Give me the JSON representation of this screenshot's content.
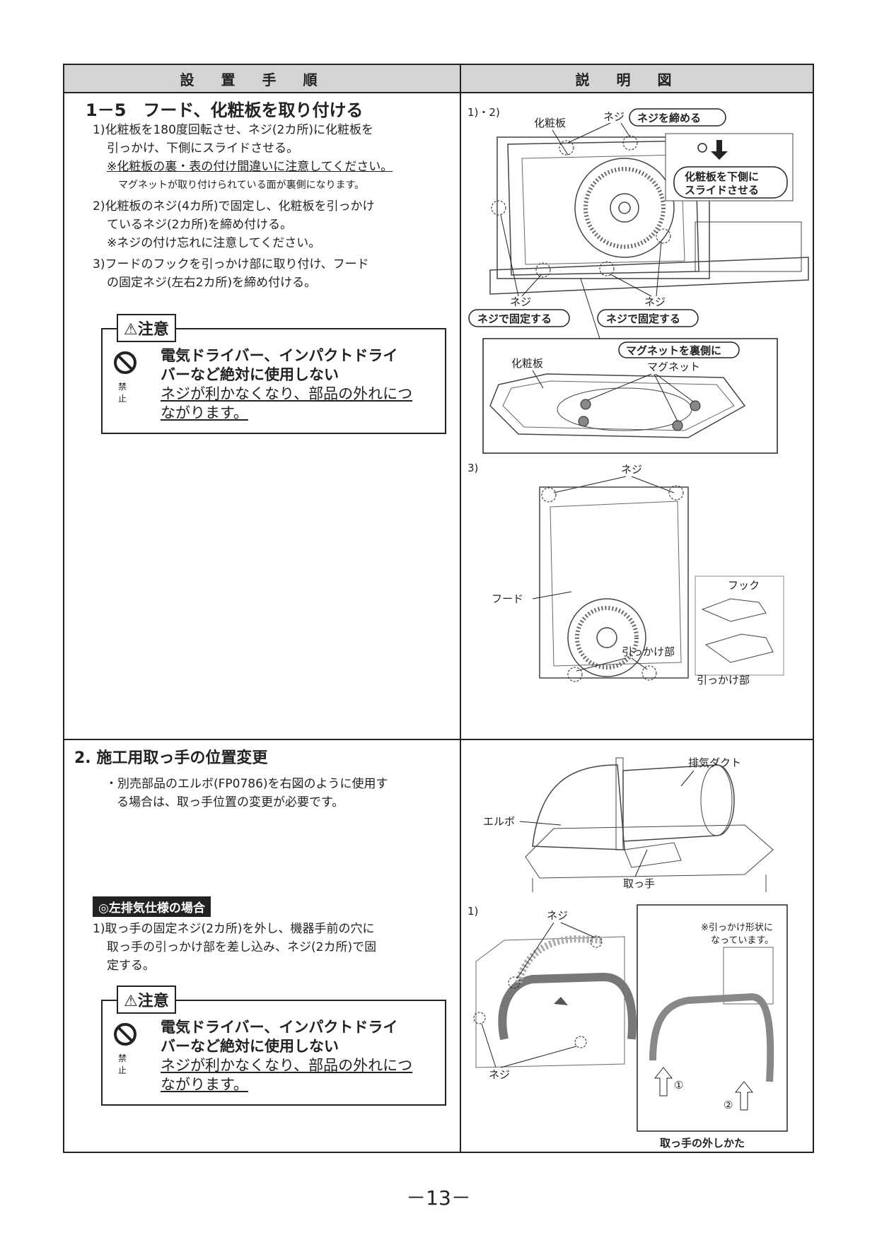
{
  "header": {
    "left": "設置手順",
    "right": "説明図"
  },
  "section1": {
    "title": "1－5　フード、化粧板を取り付ける",
    "step1_a": "1)化粧板を180度回転させ、ネジ(2カ所)に化粧板を",
    "step1_b": "引っかけ、下側にスライドさせる。",
    "step1_note": "※化粧板の裏・表の付け間違いに注意してください。",
    "step1_note2": "マグネットが取り付けられている面が裏側になります。",
    "step2_a": "2)化粧板のネジ(4カ所)で固定し、化粧板を引っかけ",
    "step2_b": "ているネジ(2カ所)を締め付ける。",
    "step2_note": "※ネジの付け忘れに注意してください。",
    "step3_a": "3)フードのフックを引っかけ部に取り付け、フード",
    "step3_b": "の固定ネジ(左右2カ所)を締め付ける。",
    "caution_label": "⚠注意",
    "caution_line1": "電気ドライバー、インパクトドライ",
    "caution_line2": "バーなど絶対に使用しない",
    "caution_line3": "ネジが利かなくなり、部品の外れにつ",
    "caution_line4": "ながります。",
    "prohibit_label": "禁止"
  },
  "fig1": {
    "step_label": "1)・2)",
    "label_panel": "化粧板",
    "label_screw_top": "ネジ",
    "callout_tighten": "ネジを締める",
    "callout_slide1": "化粧板を下側に",
    "callout_slide2": "スライドさせる",
    "label_screw_left": "ネジ",
    "label_screw_right": "ネジ",
    "callout_fix_left": "ネジで固定する",
    "callout_fix_right": "ネジで固定する",
    "callout_magnet": "マグネットを裏側に",
    "label_panel2": "化粧板",
    "label_magnet": "マグネット"
  },
  "fig3": {
    "step_label": "3)",
    "label_screw": "ネジ",
    "label_hood": "フード",
    "label_hook": "フック",
    "label_catch1": "引っかけ部",
    "label_catch2": "引っかけ部"
  },
  "section2": {
    "title": "2. 施工用取っ手の位置変更",
    "bullet_a": "・別売部品のエルボ(FP0786)を右図のように使用す",
    "bullet_b": "る場合は、取っ手位置の変更が必要です。",
    "sub_header": "◎左排気仕様の場合",
    "step1_a": "1)取っ手の固定ネジ(2カ所)を外し、機器手前の穴に",
    "step1_b": "取っ手の引っかけ部を差し込み、ネジ(2カ所)で固",
    "step1_c": "定する。",
    "caution_label": "⚠注意",
    "caution_line1": "電気ドライバー、インパクトドライ",
    "caution_line2": "バーなど絶対に使用しない",
    "caution_line3": "ネジが利かなくなり、部品の外れにつ",
    "caution_line4": "ながります。",
    "prohibit_label": "禁止"
  },
  "fig4": {
    "label_duct": "排気ダクト",
    "label_elbow": "エルボ",
    "label_handle": "取っ手"
  },
  "fig5": {
    "step_label": "1)",
    "label_screw_top": "ネジ",
    "label_screw_bottom": "ネジ",
    "note1": "※引っかけ形状に",
    "note2": "なっています。",
    "num1": "①",
    "num2": "②",
    "caption": "取っ手の外しかた"
  },
  "page_number": "－13－"
}
